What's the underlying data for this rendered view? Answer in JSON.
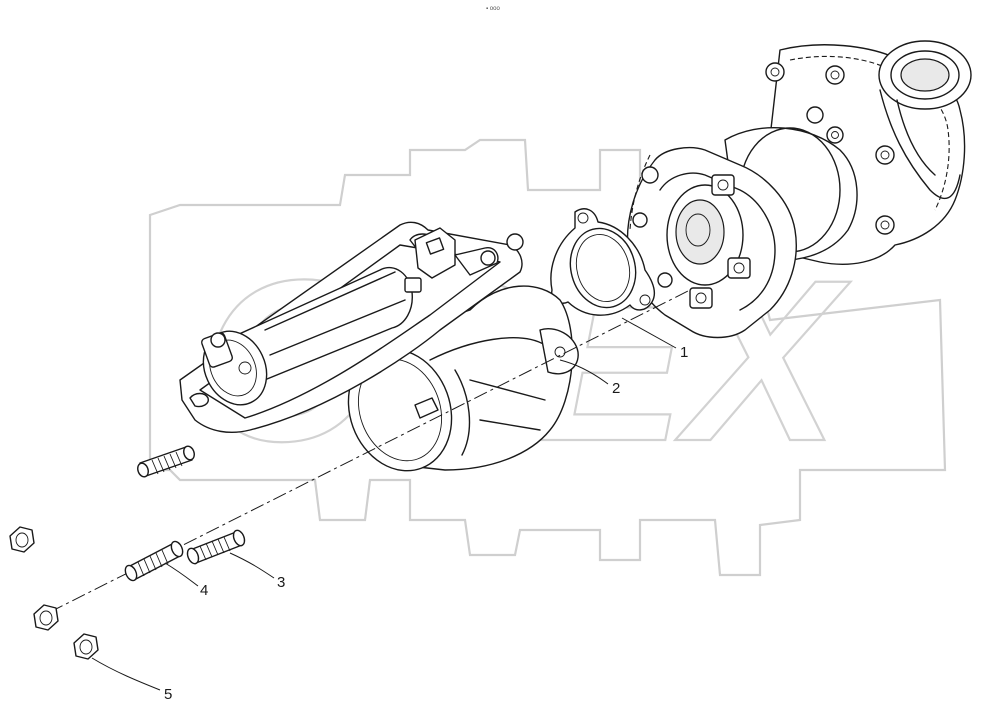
{
  "figure": {
    "top_mark": "▪ ooo",
    "watermark_text": "OPEX"
  },
  "callouts": [
    {
      "id": "1",
      "label": "1"
    },
    {
      "id": "2",
      "label": "2"
    },
    {
      "id": "3",
      "label": "3"
    },
    {
      "id": "4",
      "label": "4"
    },
    {
      "id": "5",
      "label": "5"
    }
  ],
  "icons": {
    "watermark": "gear-logo-icon"
  }
}
